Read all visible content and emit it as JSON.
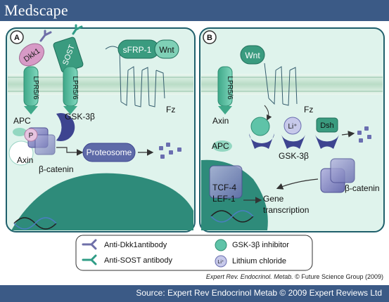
{
  "header": {
    "brand": "Medscape"
  },
  "panels": {
    "a": {
      "marker": "A",
      "dkk1": "Dkk1",
      "sost": "SOST",
      "lpr_left": "LPR5/6",
      "lpr_right": "LPR5/6",
      "sfrp": "sFRP-1",
      "wnt": "Wnt",
      "fz": "Fz",
      "apc": "APC",
      "gsk": "GSK-3β",
      "p": "P",
      "axin": "Axin",
      "proteosome": "Proteosome",
      "beta_catenin": "β-catenin"
    },
    "b": {
      "marker": "B",
      "wnt": "Wnt",
      "lpr": "LPR5/6",
      "fz": "Fz",
      "axin": "Axin",
      "li": "Li⁺",
      "dsh": "Dsh",
      "apc": "APC",
      "gsk": "GSK-3β",
      "tcf": "TCF-4",
      "lef": "LEF-1",
      "gene1": "Gene",
      "gene2": "transcription",
      "beta_catenin": "β-catenin"
    }
  },
  "legend": {
    "anti_dkk1": "Anti-Dkk1antibody",
    "anti_sost": "Anti-SOST antibody",
    "gsk_inhibitor": "GSK-3β inhibitor",
    "lithium": "Lithium chloride",
    "li_symbol": "Li⁺"
  },
  "caption": {
    "journal": "Expert Rev. Endocrinol. Metab.",
    "rest": " © Future Science Group (2009)"
  },
  "footer": {
    "source": "Source: Expert Rev Endocrinol Metab © 2009 Expert Reviews Ltd"
  },
  "colors": {
    "bar": "#3b5a86",
    "panel_bg": "#dff3ec",
    "panel_edge": "#1f5f6b",
    "membrane": "#cfe6d7",
    "nucleus": "#2e8b7a",
    "teal": "#5fc3a8",
    "purple": "#8f92c9",
    "navy": "#3d4490",
    "dkk1": "#d79ac6"
  }
}
